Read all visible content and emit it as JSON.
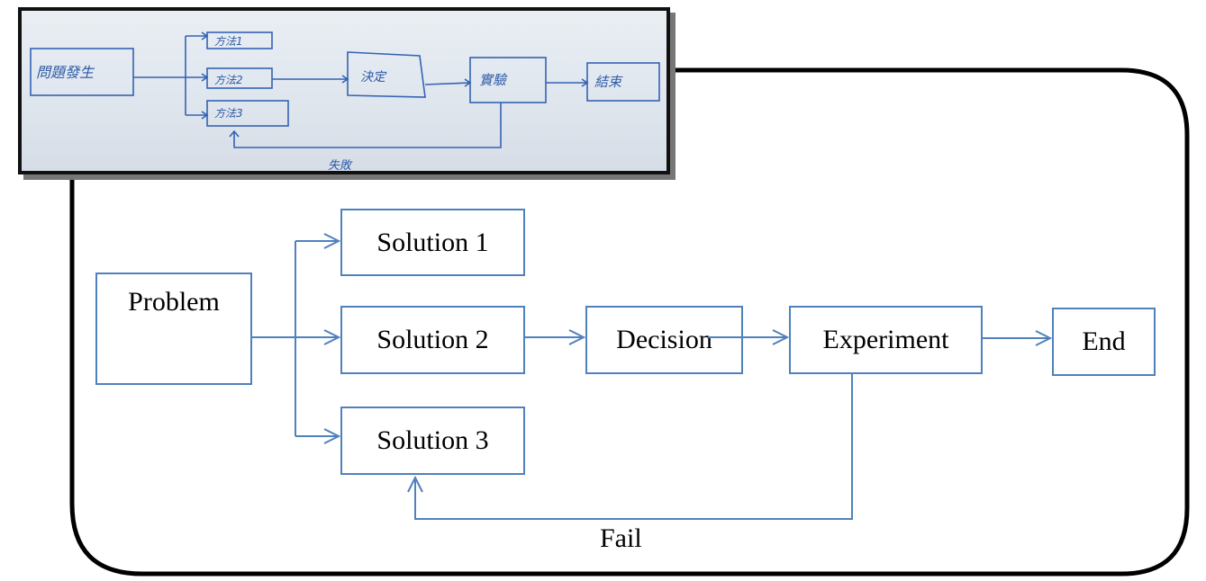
{
  "photo": {
    "nodes": {
      "problem": "問題發生",
      "solution1": "方法1",
      "solution2": "方法2",
      "solution3": "方法3",
      "decision": "決定",
      "experiment": "實驗",
      "end": "結束"
    },
    "fail_label": "失敗"
  },
  "diagram": {
    "nodes": {
      "problem": "Problem",
      "solution1": "Solution 1",
      "solution2": "Solution 2",
      "solution3": "Solution 3",
      "decision": "Decision",
      "experiment": "Experiment",
      "end": "End"
    },
    "fail_label": "Fail"
  },
  "colors": {
    "box_border": "#4f81bd",
    "arrow": "#4f81bd",
    "frame": "#000000",
    "handwriting": "#2d5aa8"
  }
}
